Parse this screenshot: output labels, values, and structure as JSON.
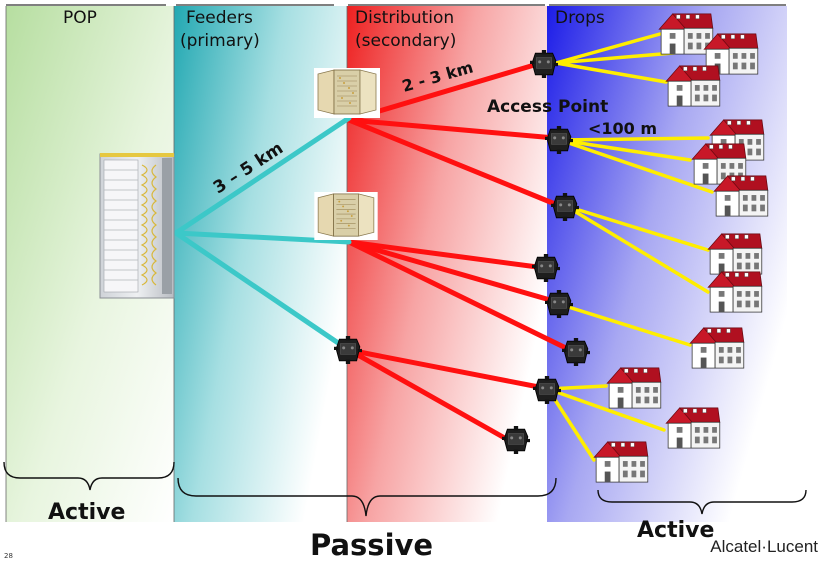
{
  "columns": {
    "pop": "POP",
    "feeders": [
      "Feeders",
      "(primary)"
    ],
    "distribution": [
      "Distribution",
      "(secondary)"
    ],
    "drops": "Drops"
  },
  "distances": {
    "feeder": "3 – 5 km",
    "distribution": "2 - 3 km",
    "drop": "<100 m"
  },
  "labels": {
    "access_point": "Access Point",
    "active_left": "Active",
    "passive": "Passive",
    "active_right": "Active"
  },
  "footer": {
    "page_number": "28",
    "brand": "Alcatel·Lucent"
  },
  "colors": {
    "pop_zone": "#c8e6b0",
    "feeder_zone": "#2ab0b8",
    "distribution_zone": "#ee2a2a",
    "drops_zone": "#2424ee",
    "feeder_cable": "#3cc8c8",
    "distribution_cable": "#ff1010",
    "drop_cable": "#ffee00",
    "house_roof": "#b01020"
  },
  "icons": {
    "pop": "fiber-rack-icon",
    "cabinet": "street-cabinet-icon",
    "splitter": "splice-closure-icon",
    "house": "house-icon"
  }
}
